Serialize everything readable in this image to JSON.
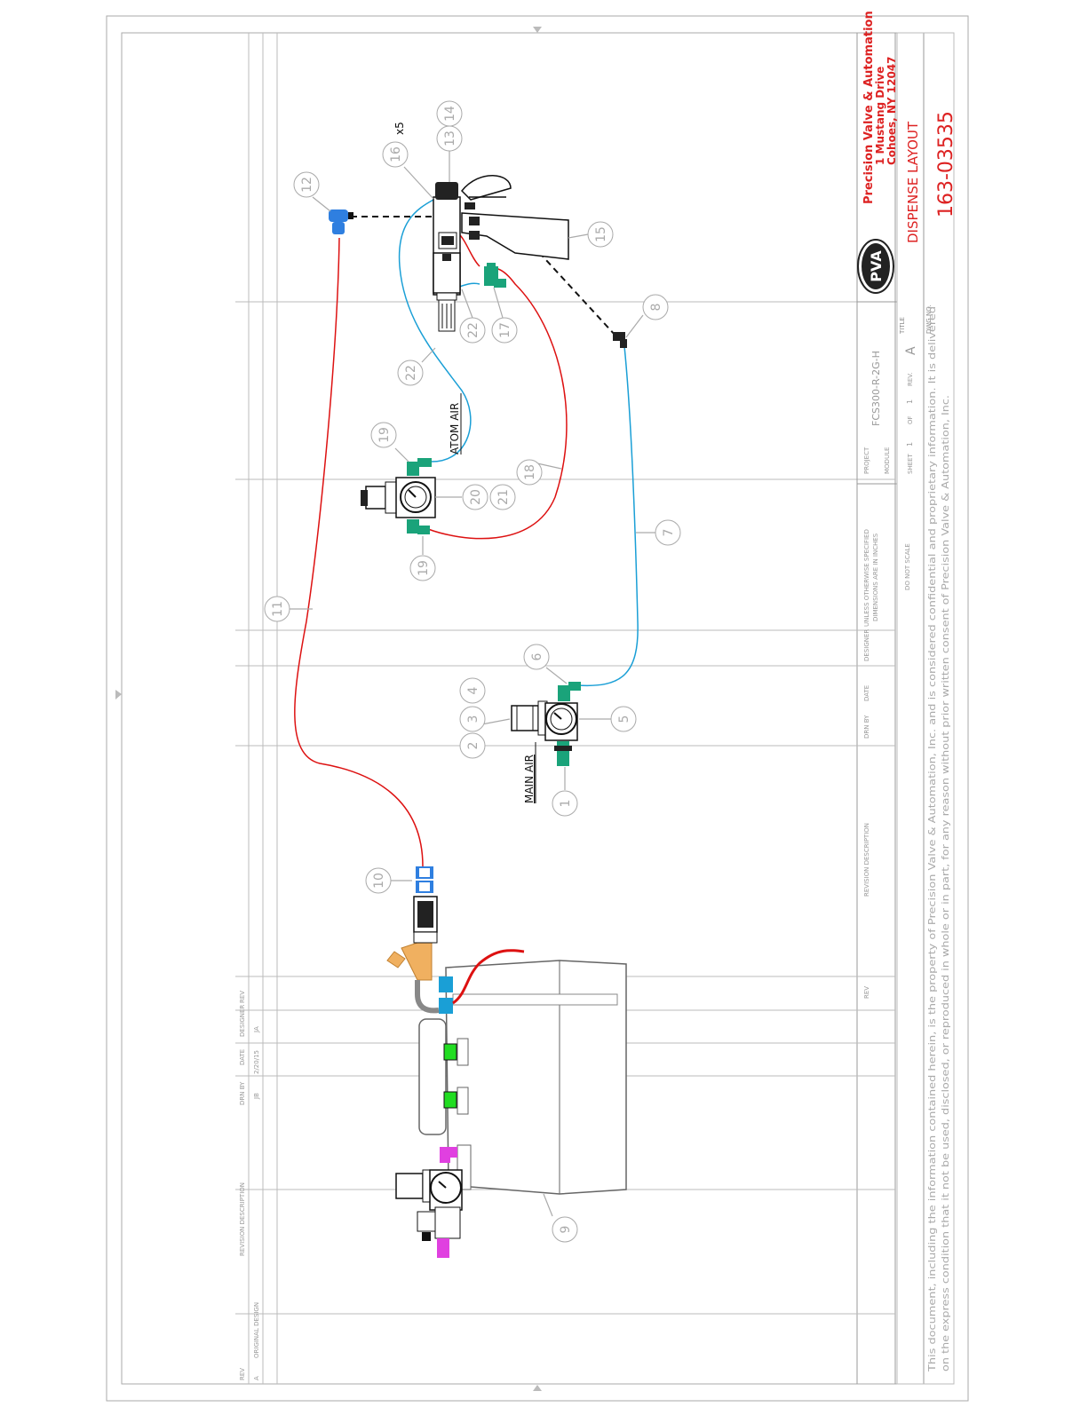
{
  "company": {
    "name": "Precision Valve & Automation",
    "address1": "1 Mustang Drive",
    "address2": "Cohoes, NY 12047",
    "logo_text": "PVA"
  },
  "title_block": {
    "title_label": "TITLE",
    "title": "DISPENSE LAYOUT",
    "dwg_label": "DWG NO.",
    "dwg_no": "163-03535",
    "project_label": "PROJECT",
    "project": "FCS300-R-2G-H",
    "module_label": "MODULE",
    "sheet_label": "SHEET",
    "sheet_num": "1",
    "sheet_of": "OF",
    "sheet_total": "1",
    "rev_label": "REV.",
    "rev": "A",
    "unless_line1": "UNLESS OTHERWISE SPECIFIED",
    "unless_line2": "DIMENSIONS ARE IN INCHES",
    "do_not_scale": "DO NOT SCALE",
    "drn_by_label": "DRN BY",
    "date_label": "DATE",
    "designer_label": "DESIGNER",
    "revision_description_label": "REVISION DESCRIPTION",
    "rev_col_label": "REV"
  },
  "revision_table": {
    "header": {
      "rev": "REV",
      "description": "REVISION DESCRIPTION",
      "drn_by": "DRN BY",
      "date": "DATE",
      "designer": "DESIGNER"
    },
    "rows": [
      {
        "rev": "A",
        "description": "ORIGINAL DESIGN",
        "drn_by": "JB",
        "date": "2/20/15",
        "designer": "JA"
      }
    ]
  },
  "notice": {
    "line1": "This document, including the information contained herein, is the property of Precision Valve & Automation, Inc. and is considered confidential and proprietary information. It is delivered",
    "line2": "on the express condition that it not be used, disclosed, or reproduced in whole or in part, for any reason without prior written consent of Precision Valve & Automation, Inc."
  },
  "labels": {
    "main_air": "MAIN AIR",
    "atom_air": "ATOM AIR",
    "qty_x5": "x5"
  },
  "balloons": [
    "1",
    "2",
    "3",
    "4",
    "5",
    "6",
    "7",
    "8",
    "9",
    "10",
    "11",
    "12",
    "13",
    "14",
    "15",
    "16",
    "17",
    "18",
    "19",
    "19",
    "20",
    "21",
    "22",
    "22"
  ],
  "colors": {
    "fluid_line": "#dd1111",
    "air_line": "#1a9fd6",
    "fitting_green": "#1aa37a",
    "fitting_blue": "#2f7fe0",
    "magenta": "#e040e0",
    "title_red": "#dd2222",
    "orange": "#f0b060",
    "lime": "#22dd22"
  }
}
